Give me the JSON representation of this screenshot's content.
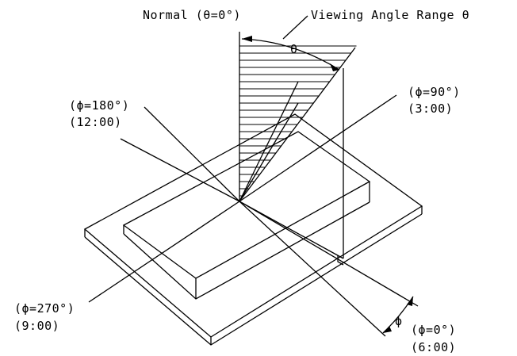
{
  "labels": {
    "normal": "Normal (θ=0°)",
    "viewing_angle_range": "Viewing Angle Range θ",
    "theta": "θ",
    "phi_symbol": "ϕ",
    "phi_180": "(ϕ=180°)",
    "clock_12": "(12:00)",
    "phi_90": "(ϕ=90°)",
    "clock_3": "(3:00)",
    "phi_270": "(ϕ=270°)",
    "clock_9": "(9:00)",
    "phi_0": "(ϕ=0°)",
    "clock_6": "(6:00)"
  }
}
